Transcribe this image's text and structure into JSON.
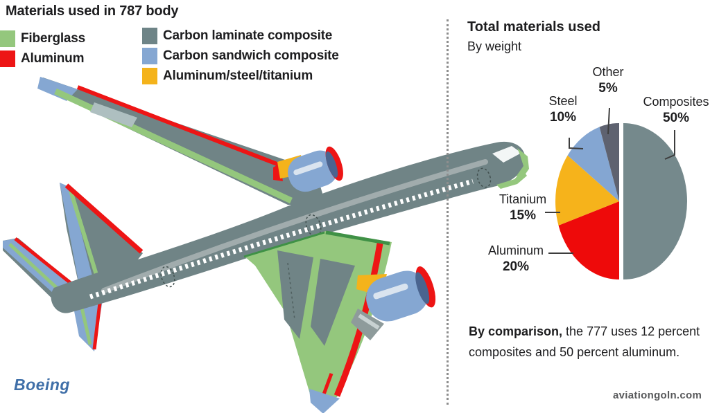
{
  "title": "Materials used in 787 body",
  "legend": {
    "items": [
      {
        "label": "Fiberglass",
        "color": "#94c77d"
      },
      {
        "label": "Aluminum",
        "color": "#ed1515"
      },
      {
        "label": "Carbon laminate composite",
        "color": "#6e8487"
      },
      {
        "label": "Carbon sandwich composite",
        "color": "#85a7d2"
      },
      {
        "label": "Aluminum/steel/titanium",
        "color": "#f4b31b"
      }
    ]
  },
  "right_panel": {
    "heading": "Total materials used",
    "subheading": "By weight",
    "note_bold": "By comparison,",
    "note_rest": " the 777 uses 12 percent composites and 50 percent aluminum."
  },
  "chart_data": {
    "type": "pie",
    "title": "Total materials used",
    "subtitle": "By weight",
    "unit": "percent of total weight",
    "layout": "ellipse, Composites fills right half (slightly exploded), remaining slices continue clockwise from bottom around left side",
    "slices": [
      {
        "label": "Composites",
        "value": 50,
        "pct_label": "50%",
        "color": "#75898c"
      },
      {
        "label": "Aluminum",
        "value": 20,
        "pct_label": "20%",
        "color": "#ee0a0a"
      },
      {
        "label": "Titanium",
        "value": 15,
        "pct_label": "15%",
        "color": "#f6b31b"
      },
      {
        "label": "Steel",
        "value": 10,
        "pct_label": "10%",
        "color": "#84a6d2"
      },
      {
        "label": "Other",
        "value": 5,
        "pct_label": "5%",
        "color": "#5e6270"
      }
    ]
  },
  "footer": {
    "brand": "Boeing",
    "watermark": "aviationgoln.com"
  }
}
